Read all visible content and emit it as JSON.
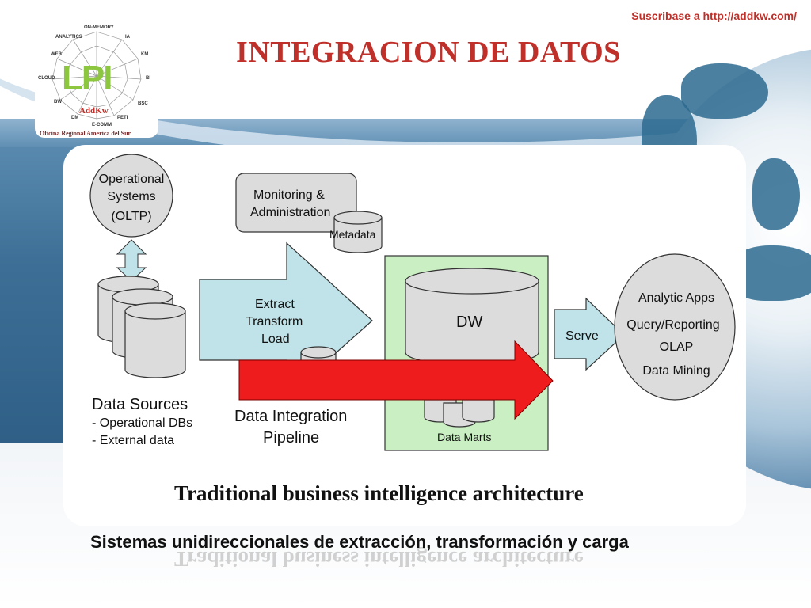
{
  "header": {
    "subscribe_text": "Suscribase a http://addkw.com/",
    "title": "INTEGRACION DE DATOS"
  },
  "logo": {
    "acronym": "LPI",
    "brand": "AddKw",
    "caption": "Oficina Regional America del Sur",
    "radar_labels": [
      "ON-MEMORY",
      "IA",
      "KM",
      "BI",
      "BSC",
      "PETI",
      "E-COMM",
      "DM",
      "BW",
      "CLOUD",
      "WEB",
      "ANALYTICS"
    ]
  },
  "diagram": {
    "operational": [
      "Operational",
      "Systems",
      "(OLTP)"
    ],
    "data_sources": {
      "heading": "Data Sources",
      "items": [
        "- Operational DBs",
        "- External data"
      ]
    },
    "monitoring": [
      "Monitoring &",
      "Administration"
    ],
    "metadata": "Metadata",
    "etl": [
      "Extract",
      "Transform",
      "Load"
    ],
    "pipeline": [
      "Data Integration",
      "Pipeline"
    ],
    "dw": "DW",
    "data_marts": "Data Marts",
    "serve": "Serve",
    "analytics": [
      "Analytic Apps",
      "Query/Reporting",
      "OLAP",
      "Data Mining"
    ],
    "colors": {
      "highlight_arrow": "#ee1c1c",
      "light_blue": "#bfe3e8",
      "green_box": "#c9efc2",
      "gray_shape": "#dcdcdc"
    }
  },
  "caption": "Traditional business intelligence architecture",
  "subtitle": "Sistemas unidireccionales de extracción, transformación y carga"
}
